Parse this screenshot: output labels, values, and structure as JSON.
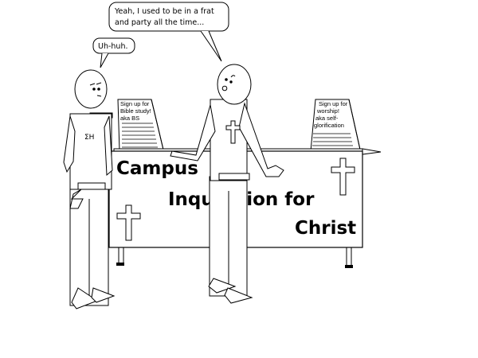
{
  "speech_bubbles": {
    "right_man": {
      "lines": [
        "Yeah, I used to be in a frat",
        "and party all the time..."
      ]
    },
    "left_man": {
      "lines": [
        "Uh-huh."
      ]
    }
  },
  "signs": {
    "left": {
      "lines": [
        "Sign up for",
        "Bible study!",
        "aka BS"
      ]
    },
    "right": {
      "lines": [
        "Sign up for",
        "worship!",
        "aka self-",
        "glorification"
      ]
    }
  },
  "banner": {
    "line1": "Campus",
    "line2": "Inquisition for",
    "line3": "Christ"
  },
  "shirt_logo": {
    "text": "ΣΗ"
  }
}
